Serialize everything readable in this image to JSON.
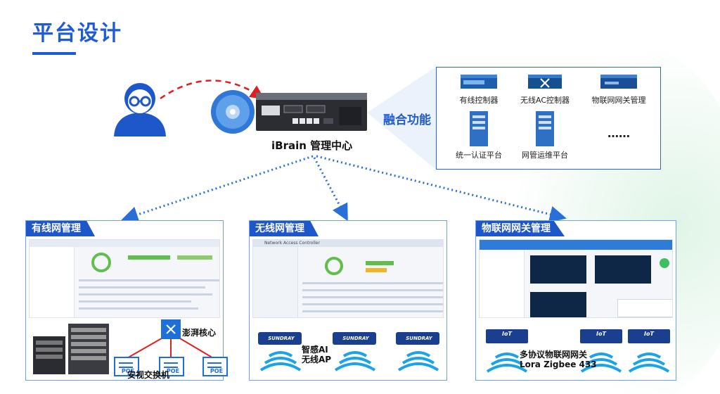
{
  "title": "平台设计",
  "center": {
    "label": "iBrain 管理中心"
  },
  "fusion": {
    "label": "融合功能",
    "items": [
      "有线控制器",
      "无线AC控制器",
      "物联网网关管理",
      "统一认证平台",
      "网管运维平台",
      "……"
    ]
  },
  "panels": [
    {
      "title": "有线网管理",
      "labels": [
        "澎湃核心",
        "安视交换机"
      ],
      "poe_badge": "POE"
    },
    {
      "title": "无线网管理",
      "labels": [
        "智感AI",
        "无线AP"
      ],
      "screenshot_title": "Network Access Controller"
    },
    {
      "title": "物联网网关管理",
      "labels": [
        "多协议物联网网关",
        "Lora  Zigbee 433"
      ],
      "ap_brand": "SUNDRAY",
      "iot_badge": "IoT"
    }
  ],
  "colors": {
    "primary": "#1f5bd6",
    "tab": "#1d57c9",
    "panel_border": "#6ea0ee",
    "arrow_red": "#e02020",
    "arrow_blue": "#2a6fd6",
    "wifi": "#1aa3e8"
  }
}
